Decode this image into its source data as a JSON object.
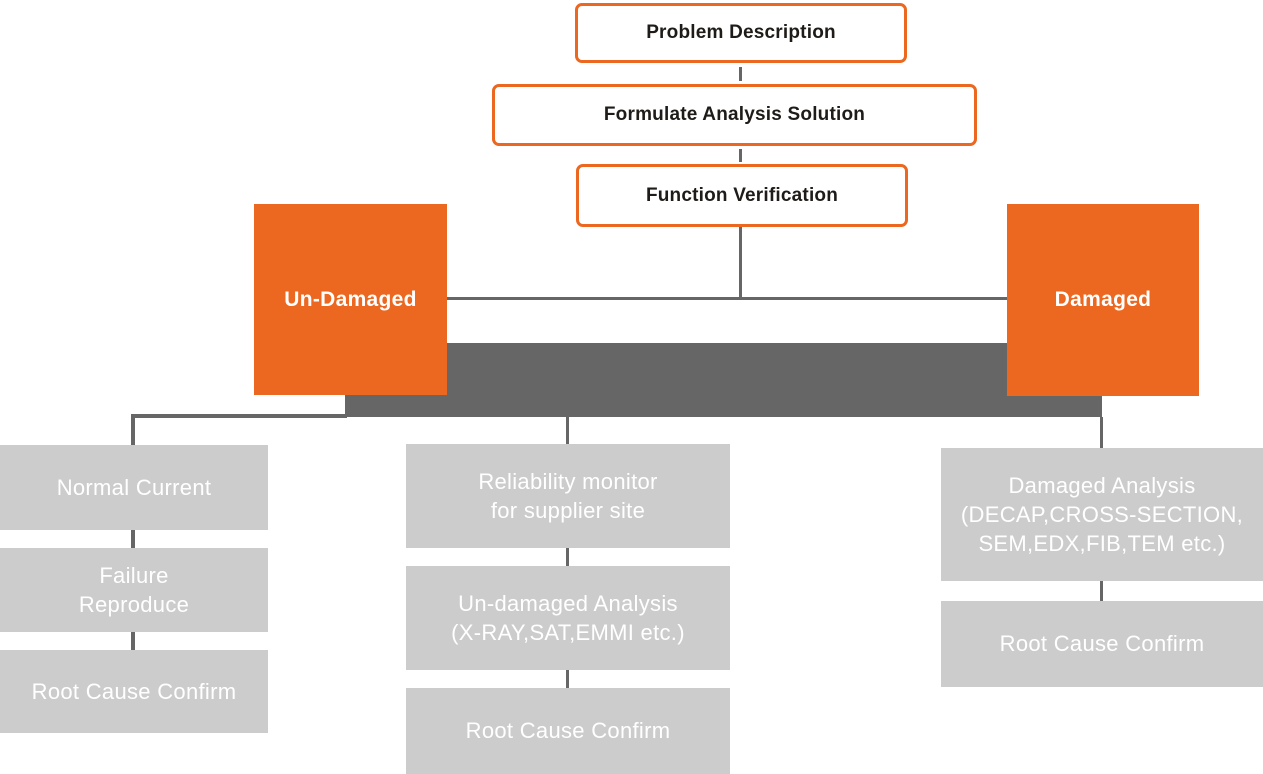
{
  "diagram": {
    "type": "flowchart",
    "top_flow": {
      "problem_description": "Problem Description",
      "formulate_analysis_solution": "Formulate Analysis Solution",
      "function_verification": "Function Verification"
    },
    "branches": {
      "undamaged_label": "Un-Damaged",
      "damaged_label": "Damaged"
    },
    "undamaged_track_left": [
      "Normal Current",
      "Failure\nReproduce",
      "Root Cause Confirm"
    ],
    "undamaged_track_middle": [
      "Reliability monitor\nfor supplier site",
      "Un-damaged Analysis\n(X-RAY,SAT,EMMI etc.)",
      "Root Cause Confirm"
    ],
    "damaged_track": [
      "Damaged Analysis\n(DECAP,CROSS-SECTION,\nSEM,EDX,FIB,TEM etc.)",
      "Root Cause Confirm"
    ]
  },
  "colors": {
    "orange": "#EC671F",
    "connector_gray": "#666666",
    "node_gray": "#CCCCCC",
    "text_dark": "#1E1B18",
    "text_light": "#FFFFFF"
  }
}
